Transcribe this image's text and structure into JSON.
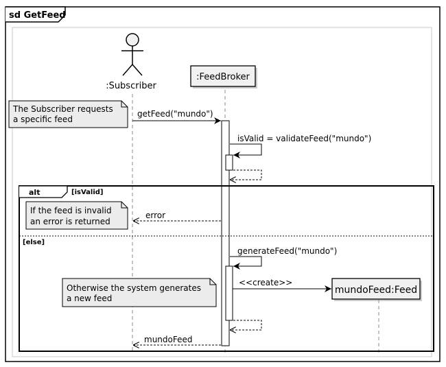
{
  "diagram": {
    "frame_title": "sd GetFeed",
    "participants": {
      "subscriber": {
        "label": ":Subscriber",
        "kind": "actor"
      },
      "broker": {
        "label": ":FeedBroker",
        "kind": "participant"
      },
      "feed": {
        "label": "mundoFeed:Feed",
        "kind": "participant",
        "created": true
      }
    },
    "notes": {
      "request": {
        "line1": "The Subscriber requests",
        "line2": "a specific feed"
      },
      "invalid": {
        "line1": "If the feed is invalid",
        "line2": "an error is returned"
      },
      "generate": {
        "line1": "Otherwise the system generates",
        "line2": "a new feed"
      }
    },
    "messages": {
      "get_feed": "getFeed(\"mundo\")",
      "validate": "isValid = validateFeed(\"mundo\")",
      "error": "error",
      "generate": "generateFeed(\"mundo\")",
      "create": "<<create>>",
      "result": "mundoFeed"
    },
    "alt": {
      "label": "alt",
      "guard": "[isValid]",
      "else_guard": "[else]"
    }
  }
}
